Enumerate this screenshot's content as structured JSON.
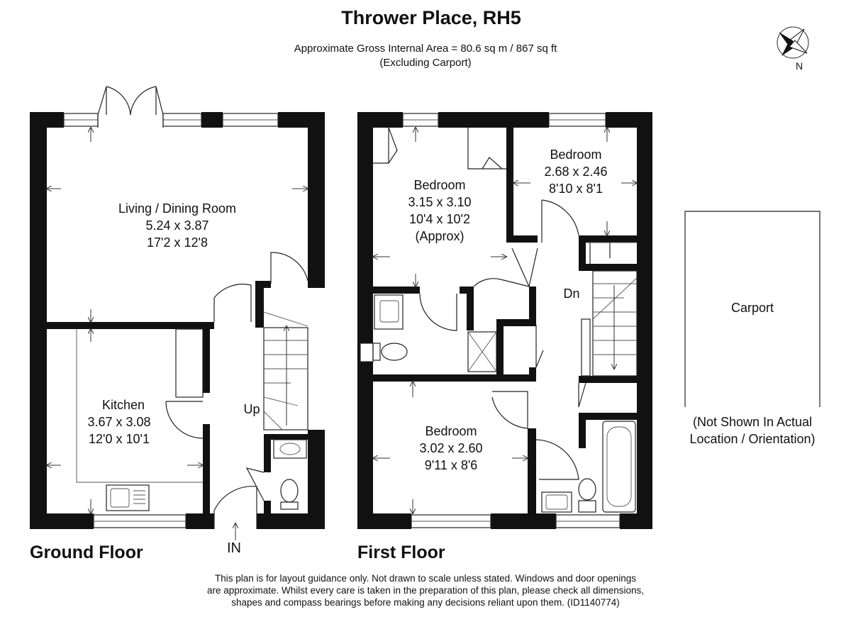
{
  "header": {
    "title": "Thrower Place, RH5",
    "area": "Approximate Gross Internal Area = 80.6 sq m / 867 sq ft",
    "area_note": "(Excluding Carport)"
  },
  "compass": {
    "label": "N",
    "icon": "compass-rose-icon"
  },
  "ground_floor": {
    "label": "Ground Floor",
    "entrance": "IN",
    "stairs": "Up",
    "rooms": [
      {
        "name": "Living / Dining Room",
        "metric": "5.24 x 3.87",
        "imperial": "17'2 x 12'8"
      },
      {
        "name": "Kitchen",
        "metric": "3.67 x 3.08",
        "imperial": "12'0 x 10'1"
      }
    ]
  },
  "first_floor": {
    "label": "First Floor",
    "stairs": "Dn",
    "rooms": [
      {
        "name": "Bedroom",
        "metric": "3.15 x 3.10",
        "imperial": "10'4 x 10'2",
        "note": "(Approx)"
      },
      {
        "name": "Bedroom",
        "metric": "2.68 x 2.46",
        "imperial": "8'10 x 8'1"
      },
      {
        "name": "Bedroom",
        "metric": "3.02 x 2.60",
        "imperial": "9'11 x 8'6"
      }
    ]
  },
  "carport": {
    "label": "Carport",
    "note_line1": "(Not Shown In Actual",
    "note_line2": "Location / Orientation)"
  },
  "disclaimer": {
    "line1": "This plan is for layout guidance only. Not drawn to scale unless stated. Windows and door openings",
    "line2": "are approximate. Whilst every care is taken in the preparation of this plan, please check all dimensions,",
    "line3": "shapes and compass bearings before making any decisions reliant upon them. (ID1140774)"
  }
}
